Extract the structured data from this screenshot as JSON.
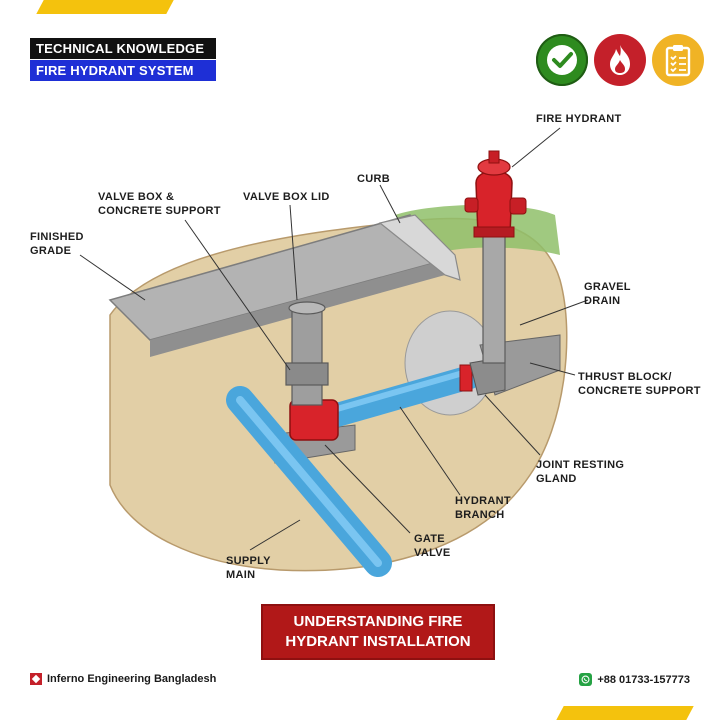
{
  "header": {
    "line1": "TECHNICAL KNOWLEDGE",
    "line2": "FIRE HYDRANT SYSTEM"
  },
  "badges": [
    {
      "icon": "checkmark-icon",
      "color": "#2e8b1f"
    },
    {
      "icon": "fire-icon",
      "color": "#c4202a"
    },
    {
      "icon": "clipboard-checklist-icon",
      "color": "#f0b325"
    }
  ],
  "labels": {
    "fire_hydrant": "FIRE HYDRANT",
    "curb": "CURB",
    "valve_box_lid": "VALVE BOX LID",
    "valve_box_support": "VALVE BOX &\nCONCRETE SUPPORT",
    "finished_grade": "FINISHED\nGRADE",
    "gravel_drain": "GRAVEL\nDRAIN",
    "thrust_block": "THRUST BLOCK/\nCONCRETE SUPPORT",
    "joint_gland": "JOINT RESTING\nGLAND",
    "hydrant_branch": "HYDRANT\nBRANCH",
    "gate_valve": "GATE\nVALVE",
    "supply_main": "SUPPLY\nMAIN"
  },
  "banner": "UNDERSTANDING FIRE\nHYDRANT INSTALLATION",
  "footer": {
    "company": "Inferno Engineering Bangladesh",
    "phone": "+88 01733-157773"
  },
  "colors": {
    "accent_yellow": "#f4c20d",
    "header_blue": "#1e2fd6",
    "banner_red": "#b11818",
    "pipe_blue": "#5ab8ee",
    "hydrant_red": "#d8232a",
    "soil": "#e2cfa6"
  }
}
